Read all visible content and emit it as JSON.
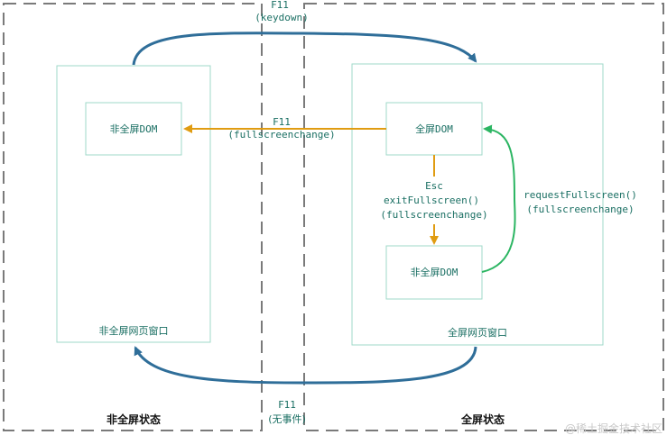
{
  "zones": {
    "left_title": "非全屏状态",
    "right_title": "全屏状态"
  },
  "windows": {
    "left_caption": "非全屏网页窗口",
    "right_caption": "全屏网页窗口"
  },
  "nodes": {
    "left_dom": "非全屏DOM",
    "right_full_dom": "全屏DOM",
    "right_normal_dom": "非全屏DOM"
  },
  "edges": {
    "top_key": "F11",
    "top_event": "(keydown)",
    "middle_key": "F11",
    "middle_event": "(fullscreenchange)",
    "esc_key": "Esc",
    "esc_method": "exitFullscreen()",
    "esc_event": "(fullscreenchange)",
    "request_method": "requestFullscreen()",
    "request_event": "(fullscreenchange)",
    "bottom_key": "F11",
    "bottom_event": "(无事件)"
  },
  "colors": {
    "dashed": "#7a7a7a",
    "window_border": "#9fd9c9",
    "blue_arrow": "#2f6e99",
    "orange_arrow": "#e09c12",
    "green_arrow": "#2bb562",
    "text_teal": "#1a6f63"
  },
  "watermark": "@稀土掘金技术社区"
}
